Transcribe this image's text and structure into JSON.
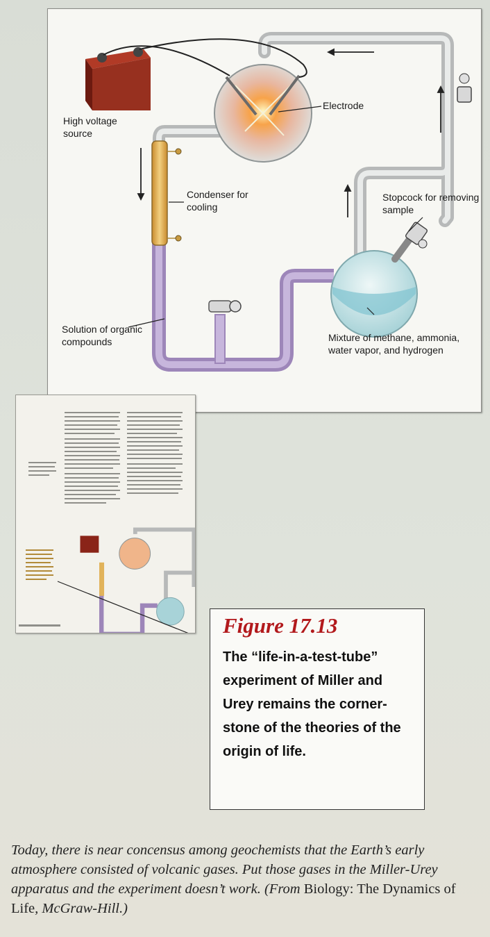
{
  "figure": {
    "labels": {
      "high_voltage": "High voltage source",
      "electrode": "Electrode",
      "condenser": "Condenser for cooling",
      "stopcock": "Stopcock for removing sample",
      "solution": "Solution of organic compounds",
      "mixture": "Mixture of methane, ammonia, water vapor, and hydrogen"
    },
    "colors": {
      "tube": "#c9cbc9",
      "liquid": "#b8a3cf",
      "battery": "#8a2418",
      "condenser": "#e1b35a",
      "flask": "#bfe0e4"
    }
  },
  "caption": {
    "number": "Figure 17.13",
    "text": "The “life-in-a-test-tube” experiment of Miller and Urey remains the corner-stone of the theories of the origin of life."
  },
  "quote": {
    "part1": "Today, there is near concensus among geochemists that the Earth’s early atmosphere consisted of volcanic gases. Put those gases in the Miller-Urey apparatus and the experiment doesn’t work. (From ",
    "book": "Biology: The Dynamics of Life",
    "part2": ", McGraw-Hill.)"
  }
}
